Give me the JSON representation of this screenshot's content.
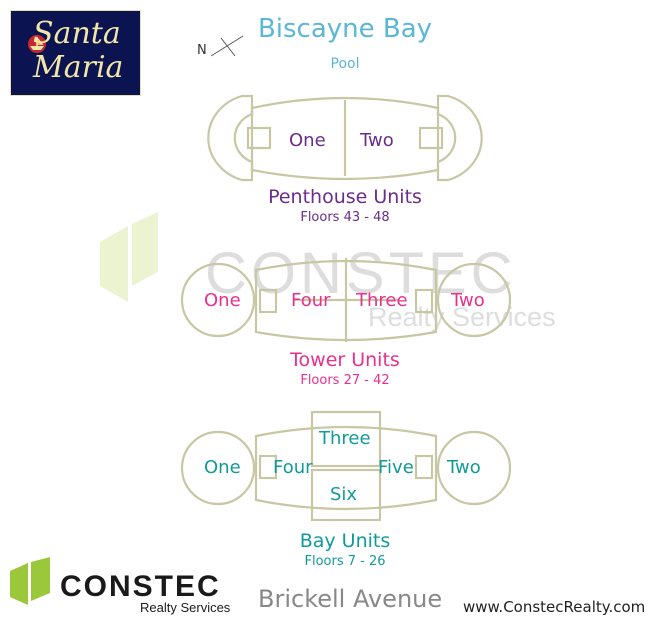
{
  "logo": {
    "text": "Santa\nMaria"
  },
  "header": {
    "title": "Biscayne Bay",
    "subtitle": "Pool",
    "compass": "N"
  },
  "sections": {
    "penthouse": {
      "title": "Penthouse Units",
      "floors": "Floors 43 - 48",
      "units": [
        "One",
        "Two"
      ],
      "color": "#6b2c8c"
    },
    "tower": {
      "title": "Tower Units",
      "floors": "Floors 27 - 42",
      "units": [
        "One",
        "Four",
        "Three",
        "Two"
      ],
      "color": "#e8308c"
    },
    "bay": {
      "title": "Bay Units",
      "floors": "Floors 7 - 26",
      "units": [
        "One",
        "Four",
        "Three",
        "Six",
        "Five",
        "Two"
      ],
      "color": "#119a9a"
    }
  },
  "watermark": {
    "brand": "CONSTEC",
    "tagline": "Realty Services"
  },
  "footer": {
    "brand": "CONSTEC",
    "tagline": "Realty Services",
    "street": "Brickell Avenue",
    "url": "www.ConstecRealty.com"
  }
}
